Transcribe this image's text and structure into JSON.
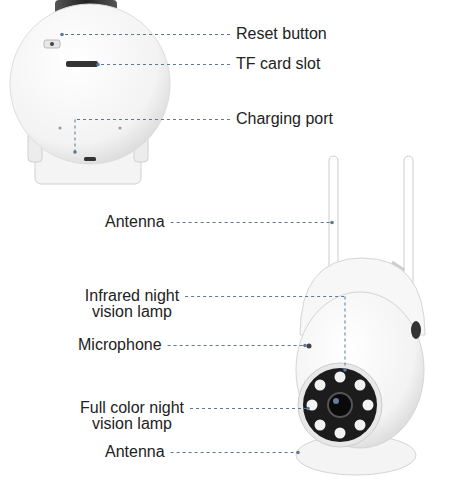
{
  "diagram": {
    "labels": [
      "Reset button",
      "TF card slot",
      "Charging port",
      "Antenna",
      "Infrared night vision lamp",
      "Microphone",
      "Full color night vision lamp",
      "Antenna"
    ]
  }
}
